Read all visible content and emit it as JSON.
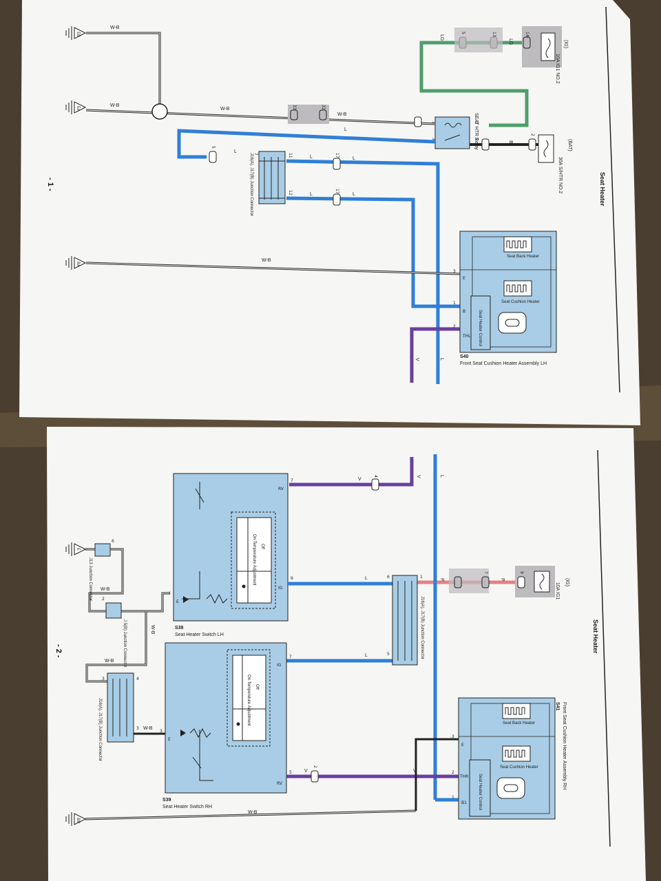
{
  "colors": {
    "table": "#4a3e30",
    "paper": "#f6f6f4",
    "box": "#a9cde6",
    "blue": "#2f7fd6",
    "green": "#4f9e6a",
    "violet": "#6a3fa0",
    "pink": "#e77f86",
    "black": "#222222",
    "gray": "#bdbbbd"
  },
  "page1": {
    "header": "Seat Heater",
    "page_number": "- 1 -",
    "grounds": [
      "EB",
      "EA",
      "BA"
    ],
    "fuse_ig": {
      "source": "(IG)",
      "label": "10A IG1 NO.2"
    },
    "fuse_bat": {
      "source": "(BAT)",
      "label": "30A S/HTR NO.2"
    },
    "relay": "SEAT HTR Relay",
    "junction": {
      "name": "J16(A), J17(B) Junction Connector"
    },
    "assembly": {
      "code": "S40",
      "name": "Front Seat Cushion Heater Assembly LH",
      "back": "Seat Back Heater",
      "cushion": "Seat Cushion Heater",
      "control": "Seat Heater Control"
    },
    "wires": {
      "lg": "LG",
      "l": "L",
      "wb": "W-B",
      "b": "B",
      "v": "V"
    },
    "pins": {
      "ig_a": "14",
      "ig_b": "13",
      "ig_c": "5",
      "r1": "1",
      "r2": "2",
      "r3": "3",
      "r5": "5",
      "b2": "2",
      "j11": "11",
      "j12": "12",
      "j7": "7",
      "j5": "5",
      "p32": "32",
      "p33": "33",
      "l17a": "17",
      "l17b": "17",
      "a3": "3",
      "a1": "1",
      "a2": "2",
      "pinB": "B",
      "pinE": "E",
      "pinTHL": "THL"
    }
  },
  "page2": {
    "header": "Seat Heater",
    "page_number": "- 2 -",
    "grounds": [
      "E",
      "BB"
    ],
    "fuse_ig": {
      "source": "(IG)",
      "label": "10A IG1"
    },
    "junction_main": {
      "name": "J16(A), J17(B) Junction Connector"
    },
    "junction_low": {
      "name": "J16(A), J17(B) Junction Connector"
    },
    "j13": {
      "name": "J13 Junction Connector"
    },
    "j5": {
      "name": "J 5(B) Junction Connector"
    },
    "switch_lh": {
      "code": "S38",
      "name": "Seat Heater Switch LH",
      "off": "Off",
      "on": "On Temperature Adjustment"
    },
    "switch_rh": {
      "code": "S39",
      "name": "Seat Heater Switch RH",
      "off": "Off",
      "on": "On Temperature Adjustment"
    },
    "assembly": {
      "code": "S41",
      "name": "Front Seat Cushion Heater Assembly RH",
      "back": "Seat Back Heater",
      "cushion": "Seat Cushion Heater",
      "control": "Seat Heater Control"
    },
    "wires": {
      "l": "L",
      "v": "V",
      "p": "P",
      "wb": "W-B"
    },
    "pins": {
      "sw7": "7",
      "sw9": "9",
      "sw4": "4",
      "rh7": "7",
      "rh5": "5",
      "rh3": "3",
      "k6": "6",
      "k1": "1",
      "k5": "5",
      "f9": "9",
      "f7": "7",
      "c4": "4",
      "c2": "2",
      "j13_6": "6",
      "j5_2": "2",
      "jl3": "3",
      "jl4": "4",
      "jl3b": "3",
      "a3": "3",
      "a2": "2",
      "a1": "1",
      "pinRV": "RV",
      "pinIG": "IG",
      "pinE": "E",
      "pinTHR": "THR",
      "pinB1": "B1"
    }
  }
}
